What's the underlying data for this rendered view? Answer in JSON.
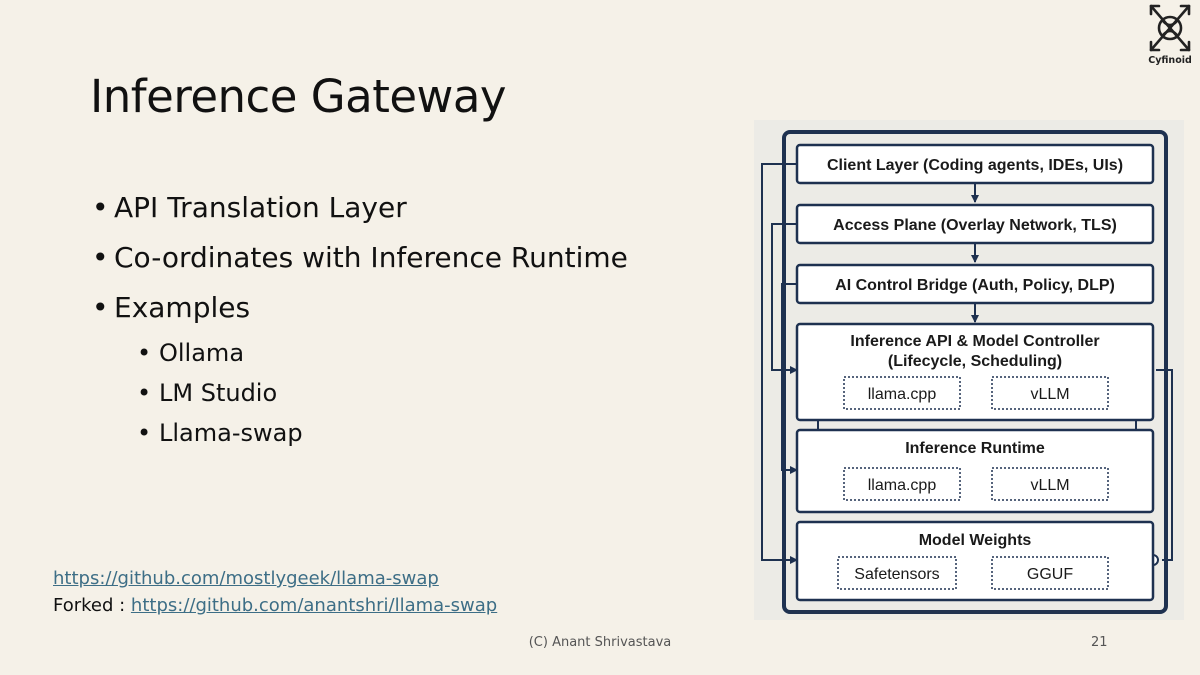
{
  "slide": {
    "title": "Inference Gateway",
    "bullets": [
      {
        "level": 1,
        "text": "API Translation Layer"
      },
      {
        "level": 1,
        "text": "Co-ordinates with Inference Runtime"
      },
      {
        "level": 1,
        "text": "Examples"
      },
      {
        "level": 2,
        "text": "Ollama"
      },
      {
        "level": 2,
        "text": "LM Studio"
      },
      {
        "level": 2,
        "text": "Llama-swap"
      }
    ],
    "link": "https://github.com/mostlygeek/llama-swap",
    "forked_label": "Forked : ",
    "forked_link": "https://github.com/anantshri/llama-swap",
    "footer": "(C) Anant Shrivastava",
    "page_number": "21",
    "logo_text": "Cyfinoid"
  },
  "diagram": {
    "client_layer": "Client Layer (Coding agents, IDEs, UIs)",
    "access_plane": "Access Plane (Overlay Network, TLS)",
    "control_bridge": "AI Control Bridge (Auth, Policy, DLP)",
    "api_controller_line1": "Inference API & Model Controller",
    "api_controller_line2": "(Lifecycle, Scheduling)",
    "api_box_left": "llama.cpp",
    "api_box_right": "vLLM",
    "runtime": "Inference Runtime",
    "runtime_box_left": "llama.cpp",
    "runtime_box_right": "vLLM",
    "weights": "Model Weights",
    "weights_box_left": "Safetensors",
    "weights_box_right": "GGUF"
  },
  "colors": {
    "background": "#f5f1e8",
    "diagram_navy": "#1e3150",
    "link": "#3d6e86"
  }
}
